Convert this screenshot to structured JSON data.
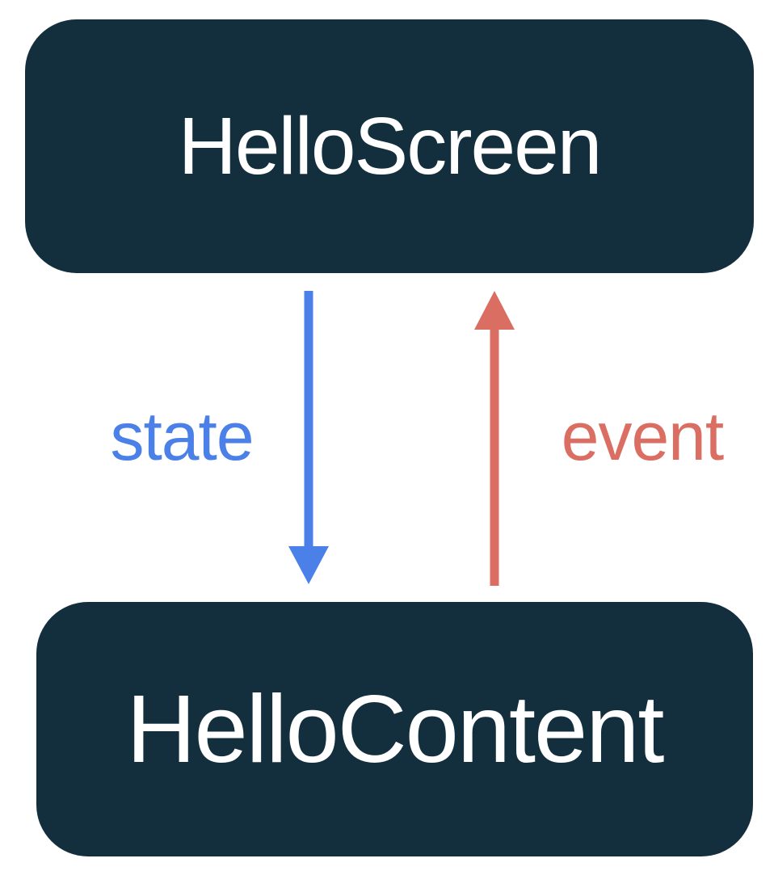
{
  "colors": {
    "canvas_background": "#FFFFFF",
    "node_background": "#132F3E",
    "node_text": "#FFFFFF",
    "state_blue": "#4A80E8",
    "event_red": "#DB6E62"
  },
  "nodes": {
    "top": {
      "label": "HelloScreen"
    },
    "bottom": {
      "label": "HelloContent"
    }
  },
  "edges": {
    "state": {
      "label": "state",
      "from": "HelloScreen",
      "to": "HelloContent",
      "direction": "down",
      "color": "#4A80E8"
    },
    "event": {
      "label": "event",
      "from": "HelloContent",
      "to": "HelloScreen",
      "direction": "up",
      "color": "#DB6E62"
    }
  }
}
